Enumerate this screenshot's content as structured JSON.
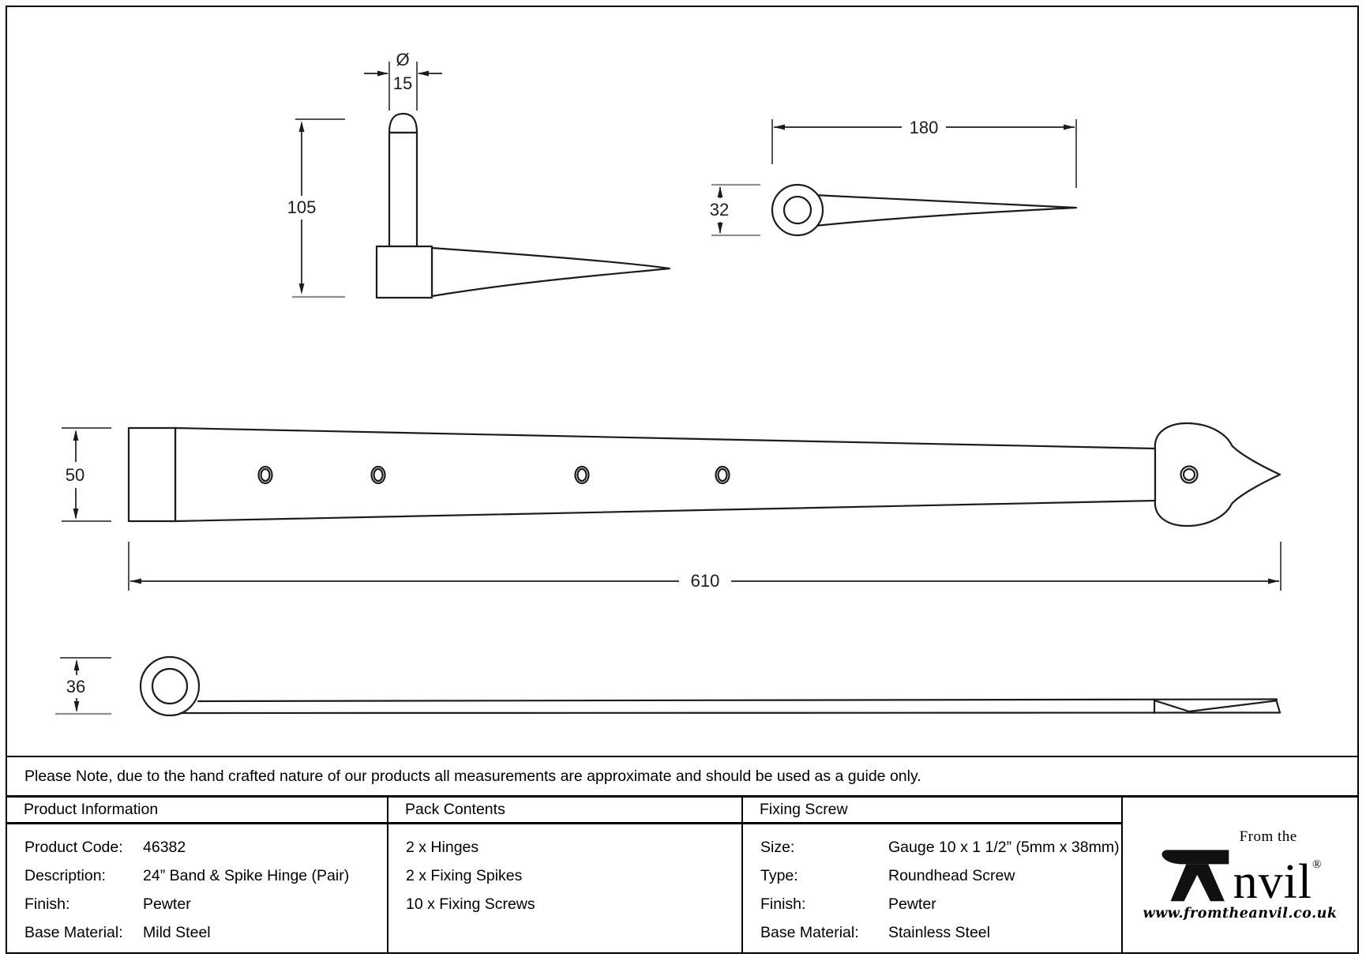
{
  "drawing": {
    "dims": {
      "pin_diameter_symbol": "Ø",
      "pin_diameter": "15",
      "spike_overall_height": "105",
      "spike_plan_length": "180",
      "spike_head_width": "32",
      "band_width": "50",
      "band_length": "610",
      "knuckle_height": "36"
    }
  },
  "note": "Please Note, due to the hand crafted nature of our products all measurements are approximate and should be used as a guide only.",
  "table": {
    "product_information": {
      "header": "Product Information",
      "rows": [
        {
          "label": "Product Code:",
          "value": "46382"
        },
        {
          "label": "Description:",
          "value": "24” Band & Spike Hinge (Pair)"
        },
        {
          "label": "Finish:",
          "value": "Pewter"
        },
        {
          "label": "Base Material:",
          "value": "Mild Steel"
        }
      ]
    },
    "pack_contents": {
      "header": "Pack Contents",
      "items": [
        "2 x Hinges",
        "2 x Fixing Spikes",
        "10 x Fixing Screws"
      ]
    },
    "fixing_screw": {
      "header": "Fixing Screw",
      "rows": [
        {
          "label": "Size:",
          "value": "Gauge 10 x 1 1/2” (5mm x 38mm)"
        },
        {
          "label": "Type:",
          "value": "Roundhead Screw"
        },
        {
          "label": "Finish:",
          "value": "Pewter"
        },
        {
          "label": "Base Material:",
          "value": "Stainless Steel"
        }
      ]
    }
  },
  "logo": {
    "from_the": "From the",
    "anvil_rest": "nvil",
    "registered": "®",
    "url": "www.fromtheanvil.co.uk"
  },
  "colors": {
    "line": "#1c1c1c",
    "extension_gray": "#8f8f8f",
    "background": "#ffffff"
  }
}
